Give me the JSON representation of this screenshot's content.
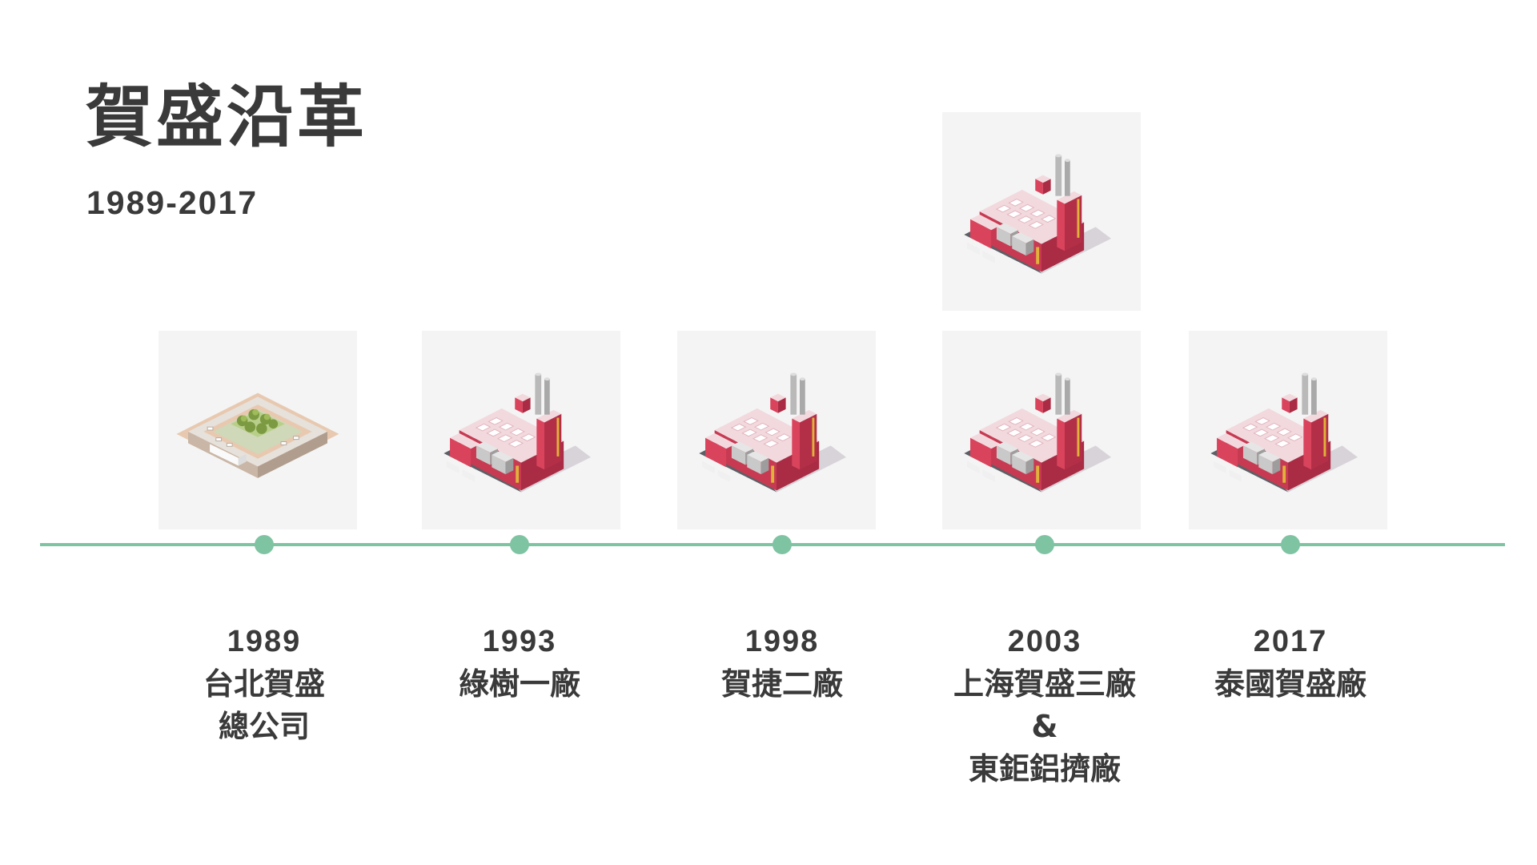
{
  "title": "賀盛沿革",
  "subtitle": "1989-2017",
  "milestones": [
    {
      "year": "1989",
      "lines": [
        "台北賀盛",
        "總公司",
        ""
      ],
      "icon": "office-building-icon"
    },
    {
      "year": "1993",
      "lines": [
        "綠樹一廠",
        "",
        ""
      ],
      "icon": "factory-icon"
    },
    {
      "year": "1998",
      "lines": [
        "賀捷二廠",
        "",
        ""
      ],
      "icon": "factory-icon"
    },
    {
      "year": "2003",
      "lines": [
        "上海賀盛三廠",
        "&",
        "東鉅鋁擠廠"
      ],
      "icon": "factory-icon"
    },
    {
      "year": "2017",
      "lines": [
        "泰國賀盛廠",
        "",
        ""
      ],
      "icon": "factory-icon"
    }
  ],
  "extra_icon": "factory-icon",
  "colors": {
    "accent": "#7fc4a2",
    "text": "#3a3a3a",
    "card_bg": "#f4f4f4",
    "factory_red": "#d9435c"
  }
}
